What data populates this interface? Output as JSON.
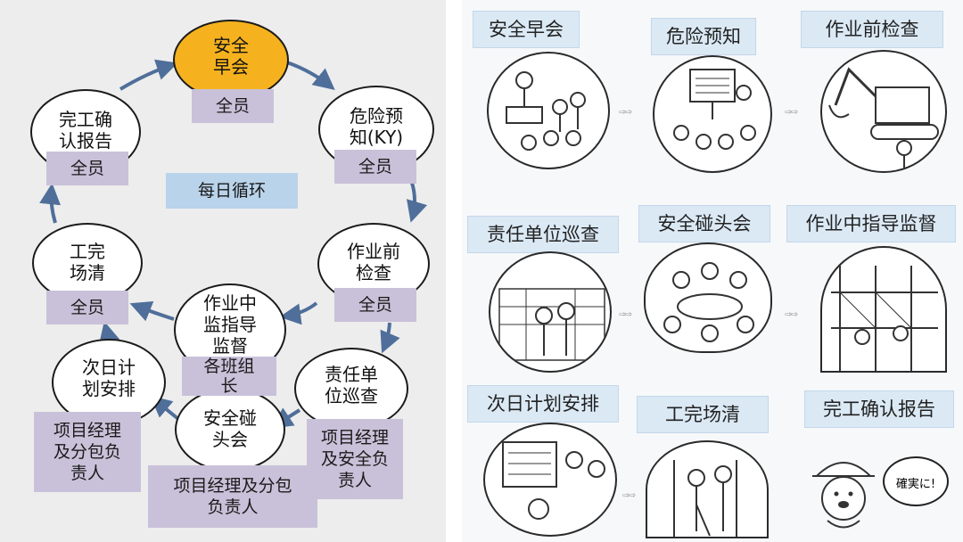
{
  "cycle": {
    "center_label": "每日循环",
    "nodes": {
      "morning_meeting": {
        "title": "安全\n早会",
        "role": "全员"
      },
      "hazard_prediction": {
        "title": "危险预\n知(KY)",
        "role": "全员"
      },
      "pre_work_check": {
        "title": "作业前\n检查",
        "role": "全员"
      },
      "responsible_patrol": {
        "title": "责任单\n位巡查",
        "role": "项目经理\n及安全负\n责人"
      },
      "safety_huddle": {
        "title": "安全碰\n头会",
        "role": "项目经理及分包\n负责人"
      },
      "work_supervision": {
        "title": "作业中\n监指导\n监督",
        "role": "各班组\n长"
      },
      "next_day_plan": {
        "title": "次日计\n划安排",
        "role": "项目经理\n及分包负\n责人"
      },
      "site_cleanup": {
        "title": "工完\n场清",
        "role": "全员"
      },
      "completion_report": {
        "title": "完工确\n认报告",
        "role": "全员"
      }
    }
  },
  "steps": [
    {
      "title": "安全早会",
      "illustration": "morning-meeting-illustration"
    },
    {
      "title": "危险预知",
      "illustration": "hazard-board-illustration"
    },
    {
      "title": "作业前检查",
      "illustration": "excavator-check-illustration"
    },
    {
      "title": "责任单位巡查",
      "illustration": "patrol-illustration"
    },
    {
      "title": "安全碰头会",
      "illustration": "huddle-illustration"
    },
    {
      "title": "作业中指导监督",
      "illustration": "scaffold-supervision-illustration"
    },
    {
      "title": "次日计划安排",
      "illustration": "planning-illustration"
    },
    {
      "title": "工完场清",
      "illustration": "cleanup-illustration"
    },
    {
      "title": "完工确认报告",
      "illustration": "mascot-report-illustration"
    }
  ],
  "mascot_speech": "確実に!",
  "colors": {
    "highlight": "#f5b21e",
    "role_box": "#c9c1d9",
    "center_box": "#b9d3ea",
    "arrow": "#4f6f9a",
    "step_title_bg": "#dbe9f5"
  }
}
